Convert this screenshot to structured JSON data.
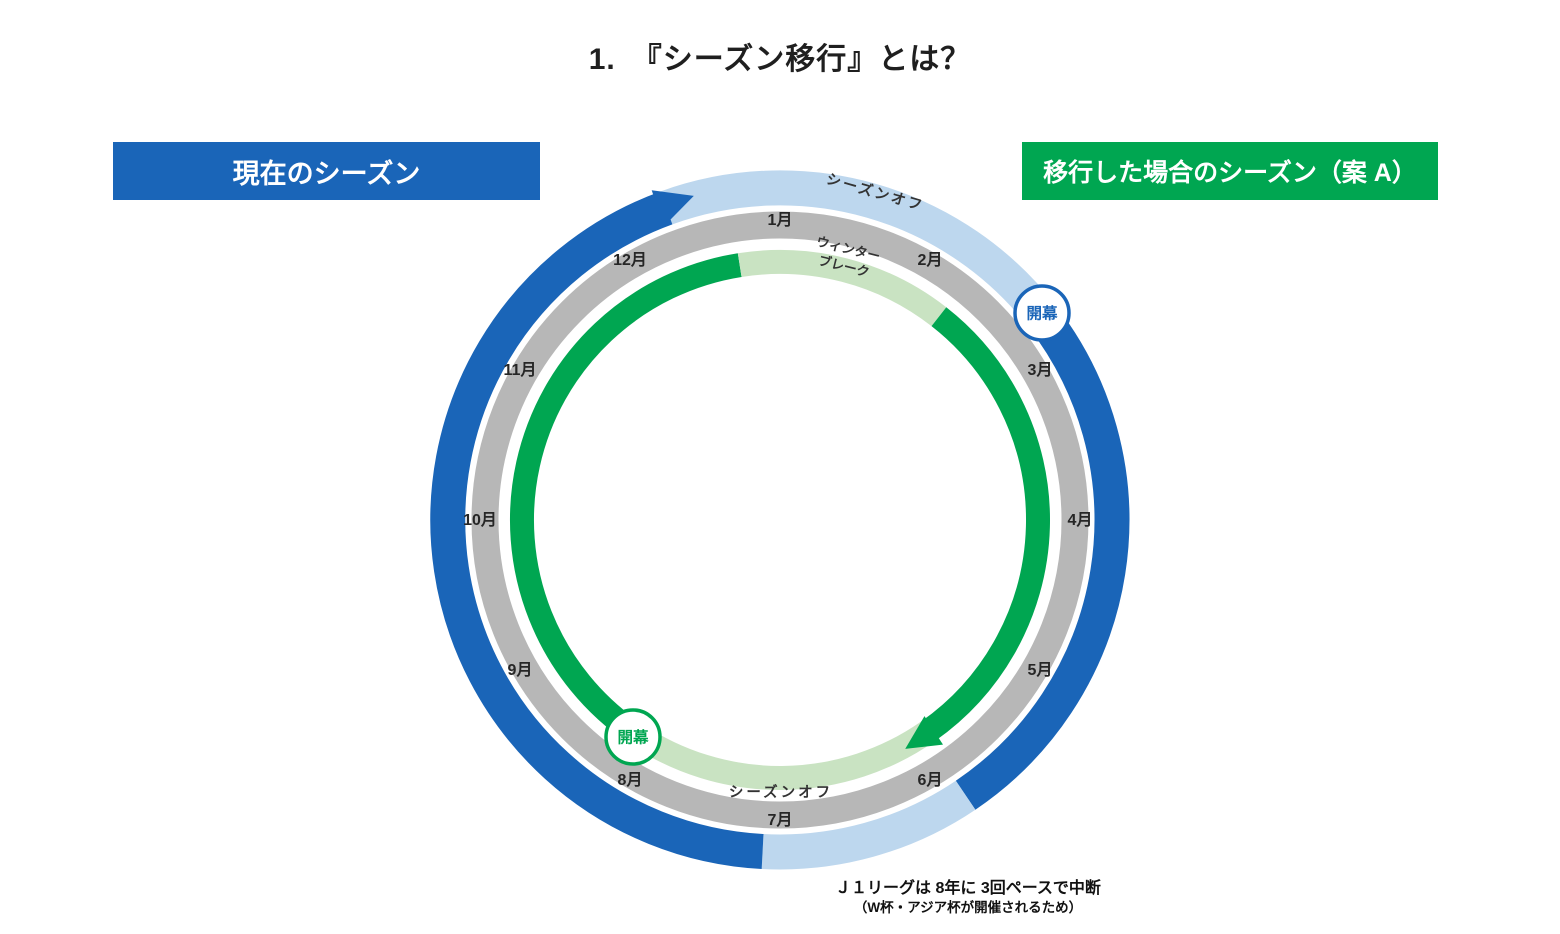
{
  "title": "1.　『シーズン移行』とは？",
  "legend": {
    "current_label": "現在のシーズン",
    "proposed_label": "移行した場合のシーズン（案 A）"
  },
  "months": [
    "1月",
    "2月",
    "3月",
    "4月",
    "5月",
    "6月",
    "7月",
    "8月",
    "9月",
    "10月",
    "11月",
    "12月"
  ],
  "outer_ring": {
    "offseason_label": "シーズンオフ",
    "kickoff_label": "開幕"
  },
  "inner_ring": {
    "winter_break_line1": "ウィンター",
    "winter_break_line2": "ブレーク",
    "offseason_label": "シーズンオフ",
    "kickoff_label": "開幕"
  },
  "footnote": {
    "line1": "Ｊ１リーグは 8年に 3回ペースで中断",
    "line2": "（W杯・アジア杯が開催されるため）"
  },
  "colors": {
    "current_season_blue": "#1a65b8",
    "current_offseason_lightblue": "#bdd7ee",
    "proposed_season_green": "#00a651",
    "proposed_offseason_lightgreen": "#c9e3c2",
    "month_ring_gray": "#b7b7b7"
  }
}
